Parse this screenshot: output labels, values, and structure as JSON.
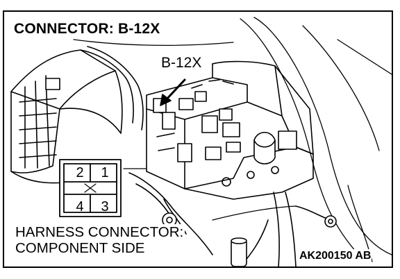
{
  "title": "CONNECTOR: B-12X",
  "callout_label": "B-12X",
  "harness_label": {
    "line1": "HARNESS CONNECTOR:",
    "line2": "COMPONENT SIDE"
  },
  "figure_code": "AK200150 AB",
  "connector_pins": {
    "top_left": "2",
    "top_right": "1",
    "bottom_left": "4",
    "bottom_right": "3"
  }
}
